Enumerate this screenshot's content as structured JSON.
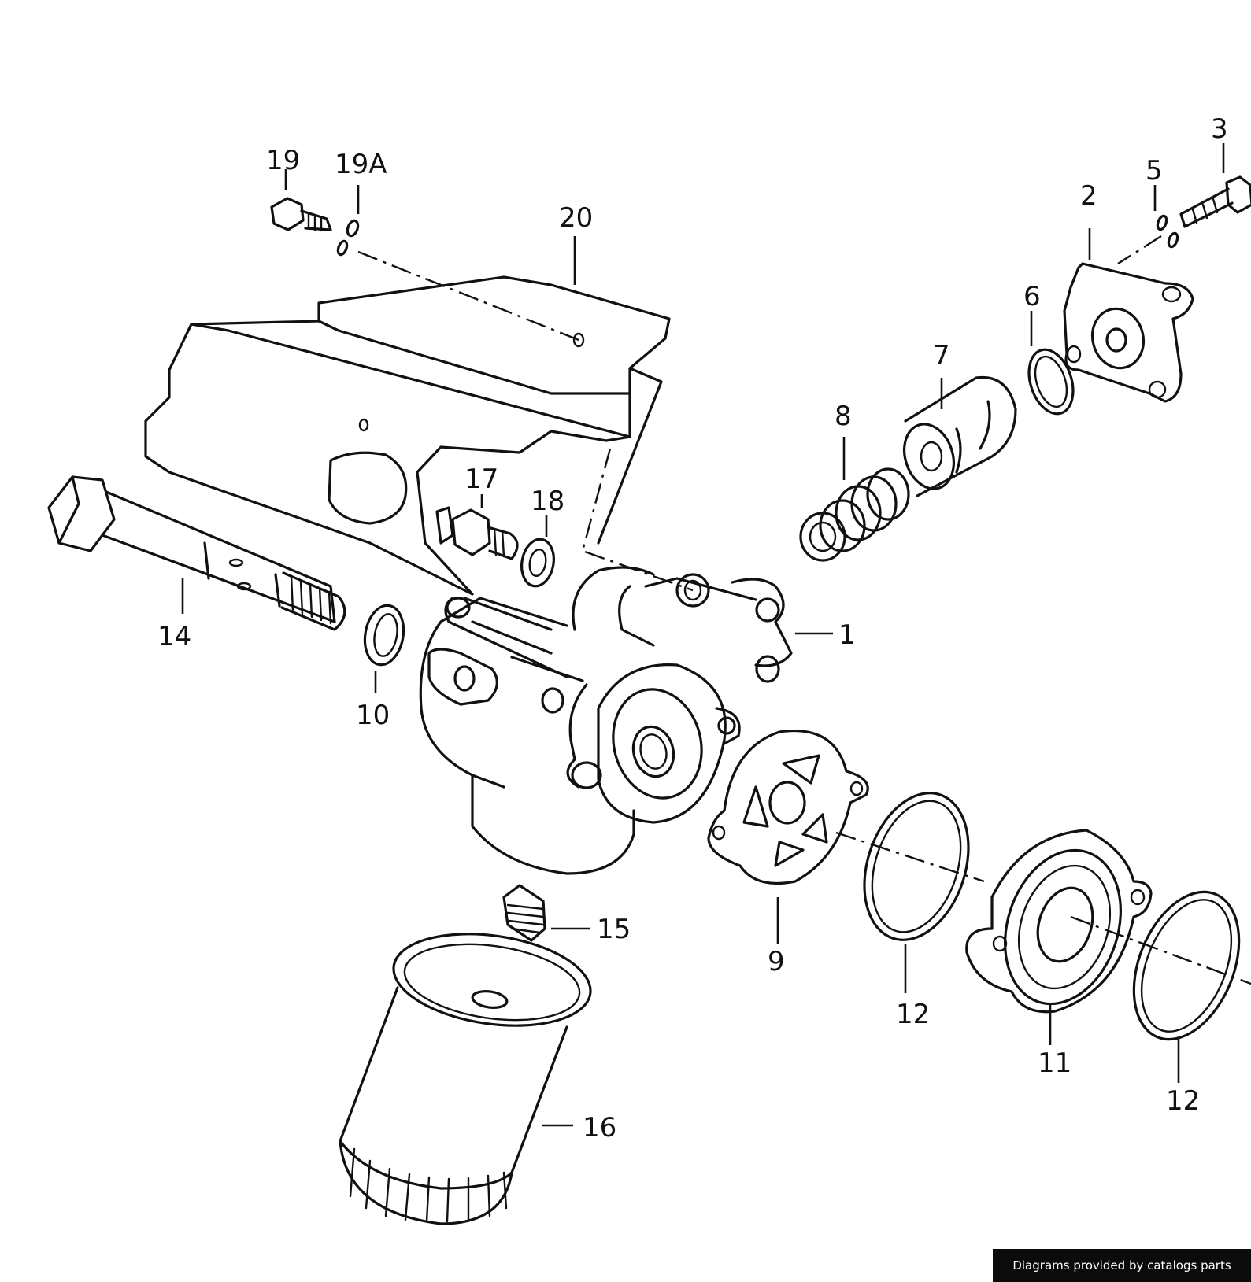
{
  "callouts": {
    "c1": "1",
    "c2": "2",
    "c3": "3",
    "c5": "5",
    "c6": "6",
    "c7": "7",
    "c8": "8",
    "c9": "9",
    "c10": "10",
    "c11": "11",
    "c12a": "12",
    "c12b": "12",
    "c14": "14",
    "c15": "15",
    "c16": "16",
    "c17": "17",
    "c18": "18",
    "c19": "19",
    "c19a": "19A",
    "c20": "20"
  },
  "watermark": "Diagrams provided by catalogs parts"
}
